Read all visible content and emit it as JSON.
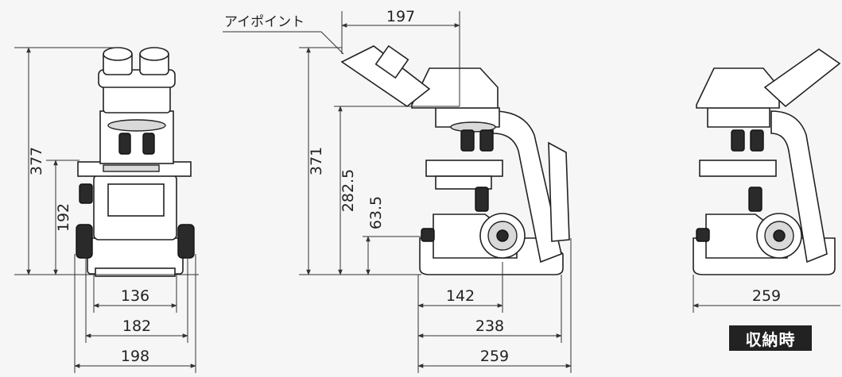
{
  "labels": {
    "eyepoint": "アイポイント",
    "storage": "収納時"
  },
  "dimensions": {
    "front_height_total": "377",
    "front_height_stage": "192",
    "front_width_136": "136",
    "front_width_182": "182",
    "front_width_198": "198",
    "side_height_total": "371",
    "side_height_eyepiece_base": "282.5",
    "side_height_stage": "63.5",
    "side_depth_eyepoint": "197",
    "side_depth_142": "142",
    "side_depth_238": "238",
    "side_depth_259": "259",
    "stored_depth": "259"
  }
}
